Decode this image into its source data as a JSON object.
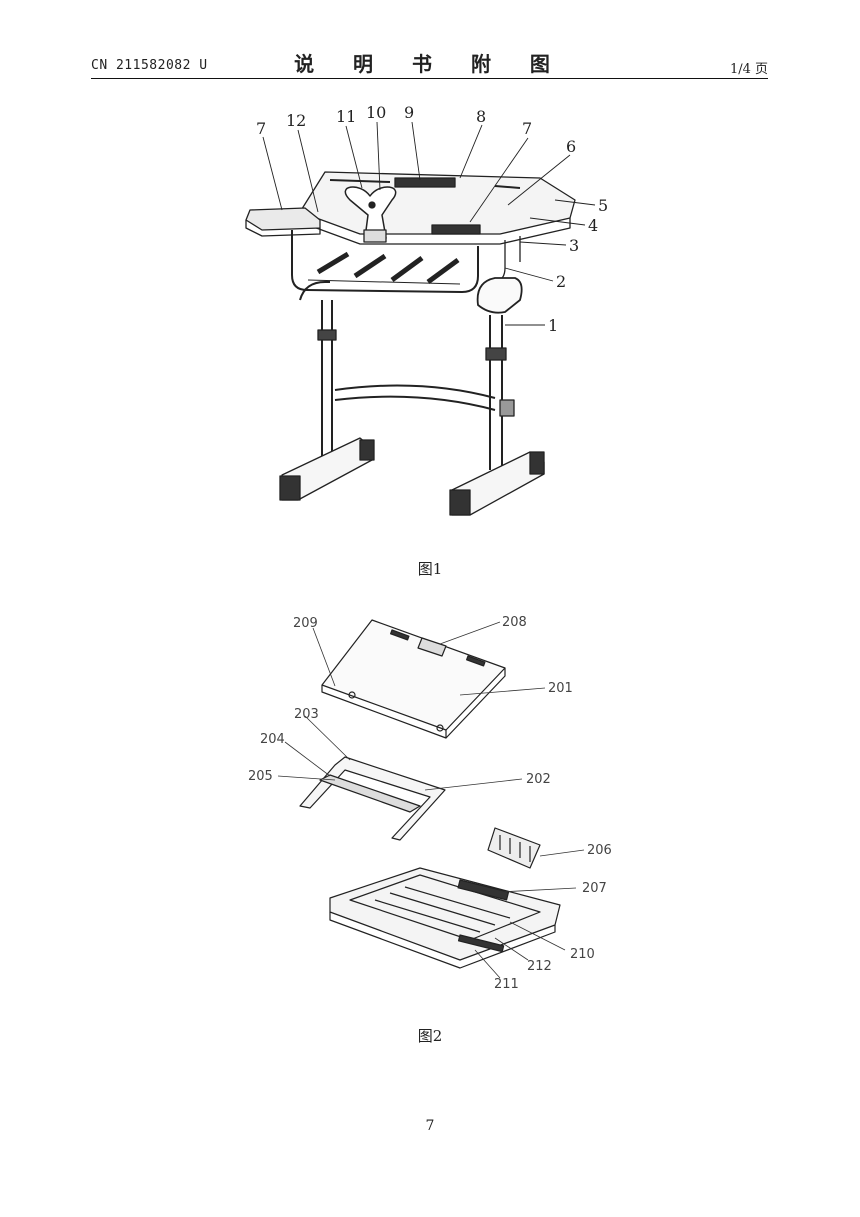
{
  "header": {
    "patent_no": "CN 211582082 U",
    "title": "说 明 书 附 图",
    "page_ref": "1/4 页"
  },
  "figure1": {
    "caption": "图1",
    "labels": [
      "7",
      "12",
      "11",
      "10",
      "9",
      "8",
      "7",
      "6",
      "5",
      "4",
      "3",
      "2",
      "1"
    ]
  },
  "figure2": {
    "caption": "图2",
    "labels": [
      "209",
      "208",
      "201",
      "203",
      "204",
      "205",
      "202",
      "206",
      "207",
      "210",
      "212",
      "211"
    ]
  },
  "footer": {
    "page_number": "7"
  }
}
